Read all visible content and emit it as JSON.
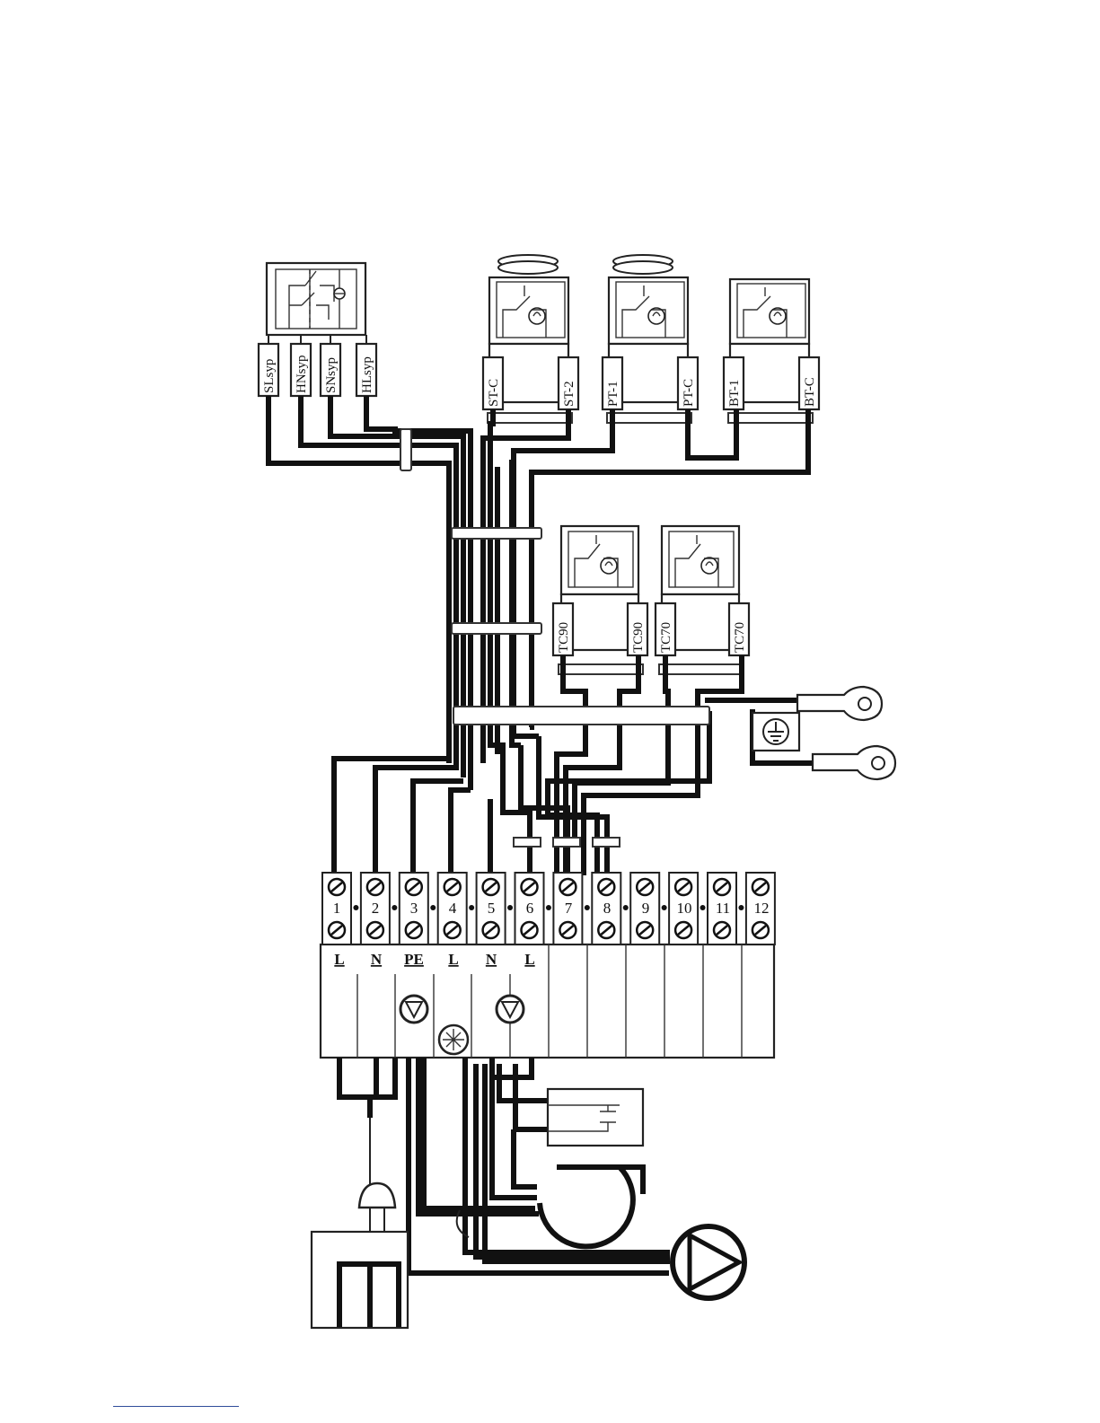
{
  "selector_switch": {
    "terminals": [
      "SLsyp",
      "HNsyp",
      "SNsyp",
      "HLsyp"
    ]
  },
  "thermostats_top": [
    {
      "id": "ST",
      "terminals": [
        "ST-C",
        "ST-2"
      ],
      "has_knob": true
    },
    {
      "id": "PT",
      "terminals": [
        "PT-1",
        "PT-C"
      ],
      "has_knob": true
    },
    {
      "id": "BT",
      "terminals": [
        "BT-1",
        "BT-C"
      ],
      "has_knob": false
    }
  ],
  "thermostats_mid": [
    {
      "id": "TC90",
      "terminals": [
        "TC90",
        "TC90"
      ]
    },
    {
      "id": "TC70",
      "terminals": [
        "TC70",
        "TC70"
      ]
    }
  ],
  "terminal_block": {
    "numbers": [
      "1",
      "2",
      "3",
      "4",
      "5",
      "6",
      "7",
      "8",
      "9",
      "10",
      "11",
      "12"
    ],
    "functions": [
      "L",
      "N",
      "PE",
      "L",
      "N",
      "L"
    ]
  },
  "symbols": {
    "ground": "ground-icon",
    "pump": "pump-icon",
    "fan": "fan-icon",
    "blower": "blower-icon",
    "capacitor": "capacitor-icon",
    "plug": "plug-icon",
    "socket": "socket-icon"
  }
}
